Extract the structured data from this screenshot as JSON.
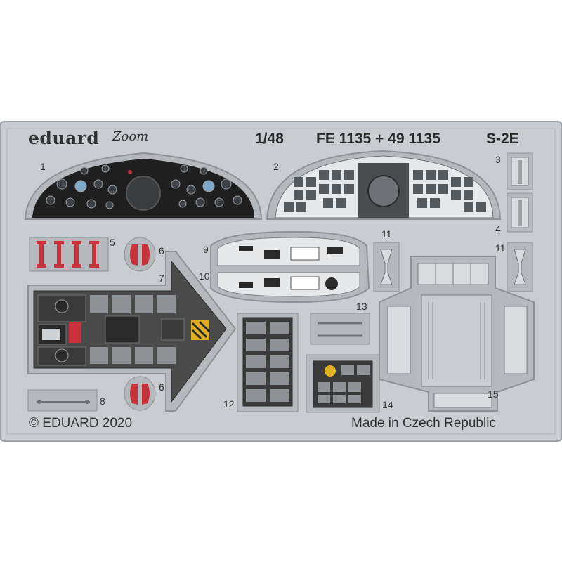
{
  "brand": {
    "name": "eduard",
    "series": "Zoom"
  },
  "header": {
    "scale": "1/48",
    "code": "FE 1135 + 49 1135",
    "model": "S-2E"
  },
  "parts": [
    {
      "number": "1"
    },
    {
      "number": "2"
    },
    {
      "number": "3"
    },
    {
      "number": "4"
    },
    {
      "number": "5"
    },
    {
      "number": "6"
    },
    {
      "number": "6"
    },
    {
      "number": "7"
    },
    {
      "number": "8"
    },
    {
      "number": "9"
    },
    {
      "number": "10"
    },
    {
      "number": "11"
    },
    {
      "number": "11"
    },
    {
      "number": "12"
    },
    {
      "number": "13"
    },
    {
      "number": "14"
    },
    {
      "number": "15"
    }
  ],
  "footer": {
    "copyright": "© EDUARD 2020",
    "origin": "Made in Czech Republic"
  },
  "colors": {
    "fret": "#c9ccd0",
    "panel_dark": "#2a2a2a",
    "panel_grey": "#4a4a4a",
    "accent_red": "#c8323a",
    "accent_yellow": "#e0b020"
  }
}
